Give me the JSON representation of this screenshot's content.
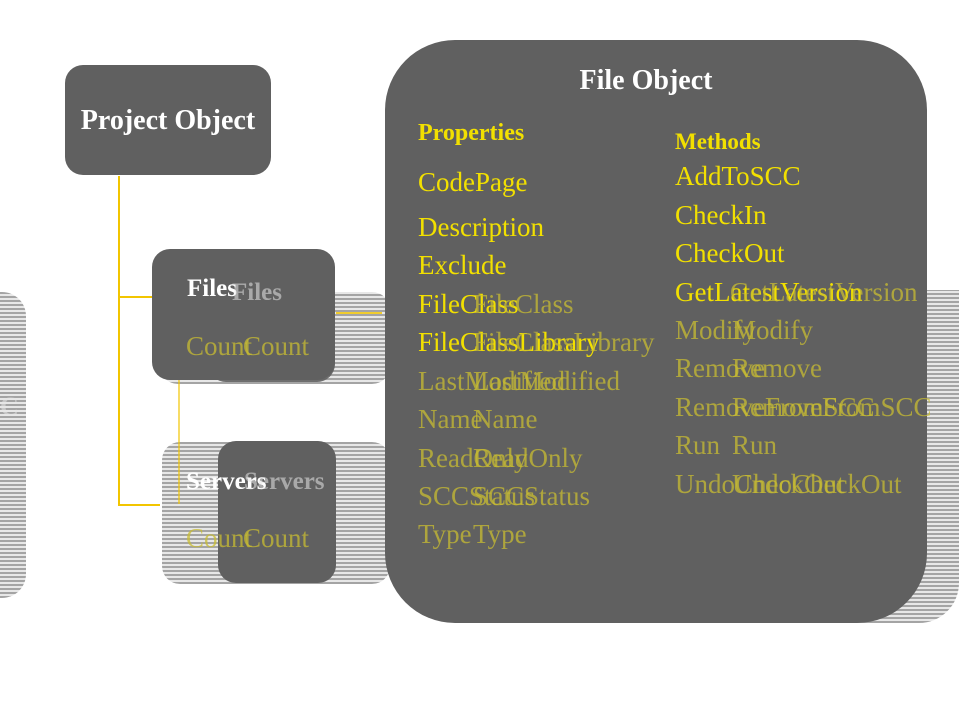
{
  "project": {
    "title": "Project Object"
  },
  "files": {
    "title": "Files",
    "count": "Count"
  },
  "servers": {
    "title": "Servers",
    "count": "Count"
  },
  "file_object": {
    "title": "File Object",
    "properties_header": "Properties",
    "properties": [
      "CodePage",
      "Description",
      "Exclude",
      "FileClass",
      "FileClassLibrary",
      "LastModified",
      "Name",
      "ReadOnly",
      "SCCStatus",
      "Type"
    ],
    "methods_header": "Methods",
    "methods": [
      "AddToSCC",
      "CheckIn",
      "CheckOut",
      "GetLatestVersion",
      "Modify",
      "Remove",
      "RemoveFromSCC",
      "Run",
      "UndoCheckOut"
    ]
  },
  "colors": {
    "box": "#606060",
    "accent": "#f2e000",
    "connector": "#f2c500"
  }
}
